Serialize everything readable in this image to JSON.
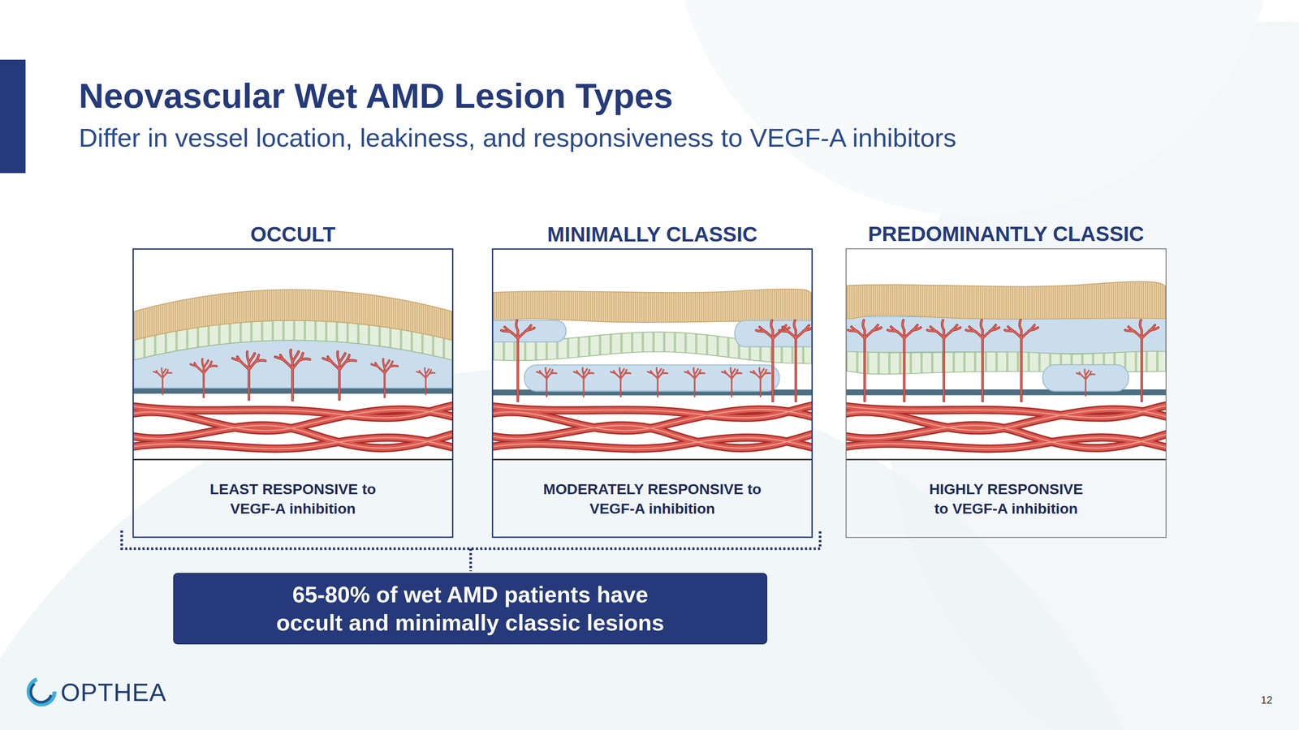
{
  "diagram": {
    "title": "Neovascular Wet AMD Lesion Types",
    "nodes": [
      {
        "text": [
          "OCCULT",
          "LEAST RESPONSIVE to VEGF-A inhibition"
        ]
      },
      {
        "text": [
          "MINIMALLY CLASSIC",
          "MODERATELY RESPONSIVE to VEGF-A inhibition"
        ]
      },
      {
        "text": [
          "PREDOMINANTLY CLASSIC",
          "HIGHLY RESPONSIVE to VEGF-A inhibition"
        ]
      },
      {
        "text": [
          "65-80% of wet AMD patients have occult and minimally classic lesions"
        ]
      }
    ],
    "labels": [
      "Differ in vessel location, leakiness, and responsiveness to VEGF-A inhibitors",
      "OPTHEA",
      "12"
    ]
  }
}
